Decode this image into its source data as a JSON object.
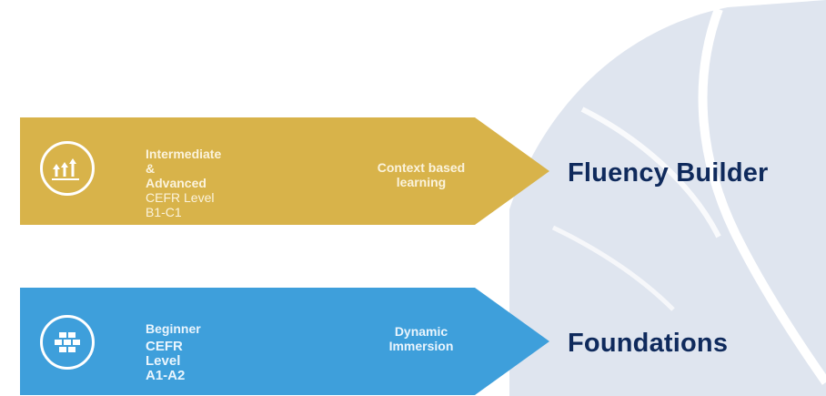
{
  "colors": {
    "gold": "#d8b34a",
    "blue": "#3e9fdb",
    "navy": "#0f2a5c",
    "background_shape": "#dde3ee"
  },
  "tracks": [
    {
      "icon": "arrows-up-icon",
      "level_title_line1": "Intermediate &",
      "level_title_line2": "Advanced",
      "level_cefr": "CEFR Level B1-C1",
      "method_line1": "Context based",
      "method_line2": "learning",
      "program": "Fluency Builder"
    },
    {
      "icon": "bricks-icon",
      "level_title": "Beginner",
      "level_cefr": "CEFR Level A1-A2",
      "method_line1": "Dynamic",
      "method_line2": "Immersion",
      "program": "Foundations"
    }
  ]
}
